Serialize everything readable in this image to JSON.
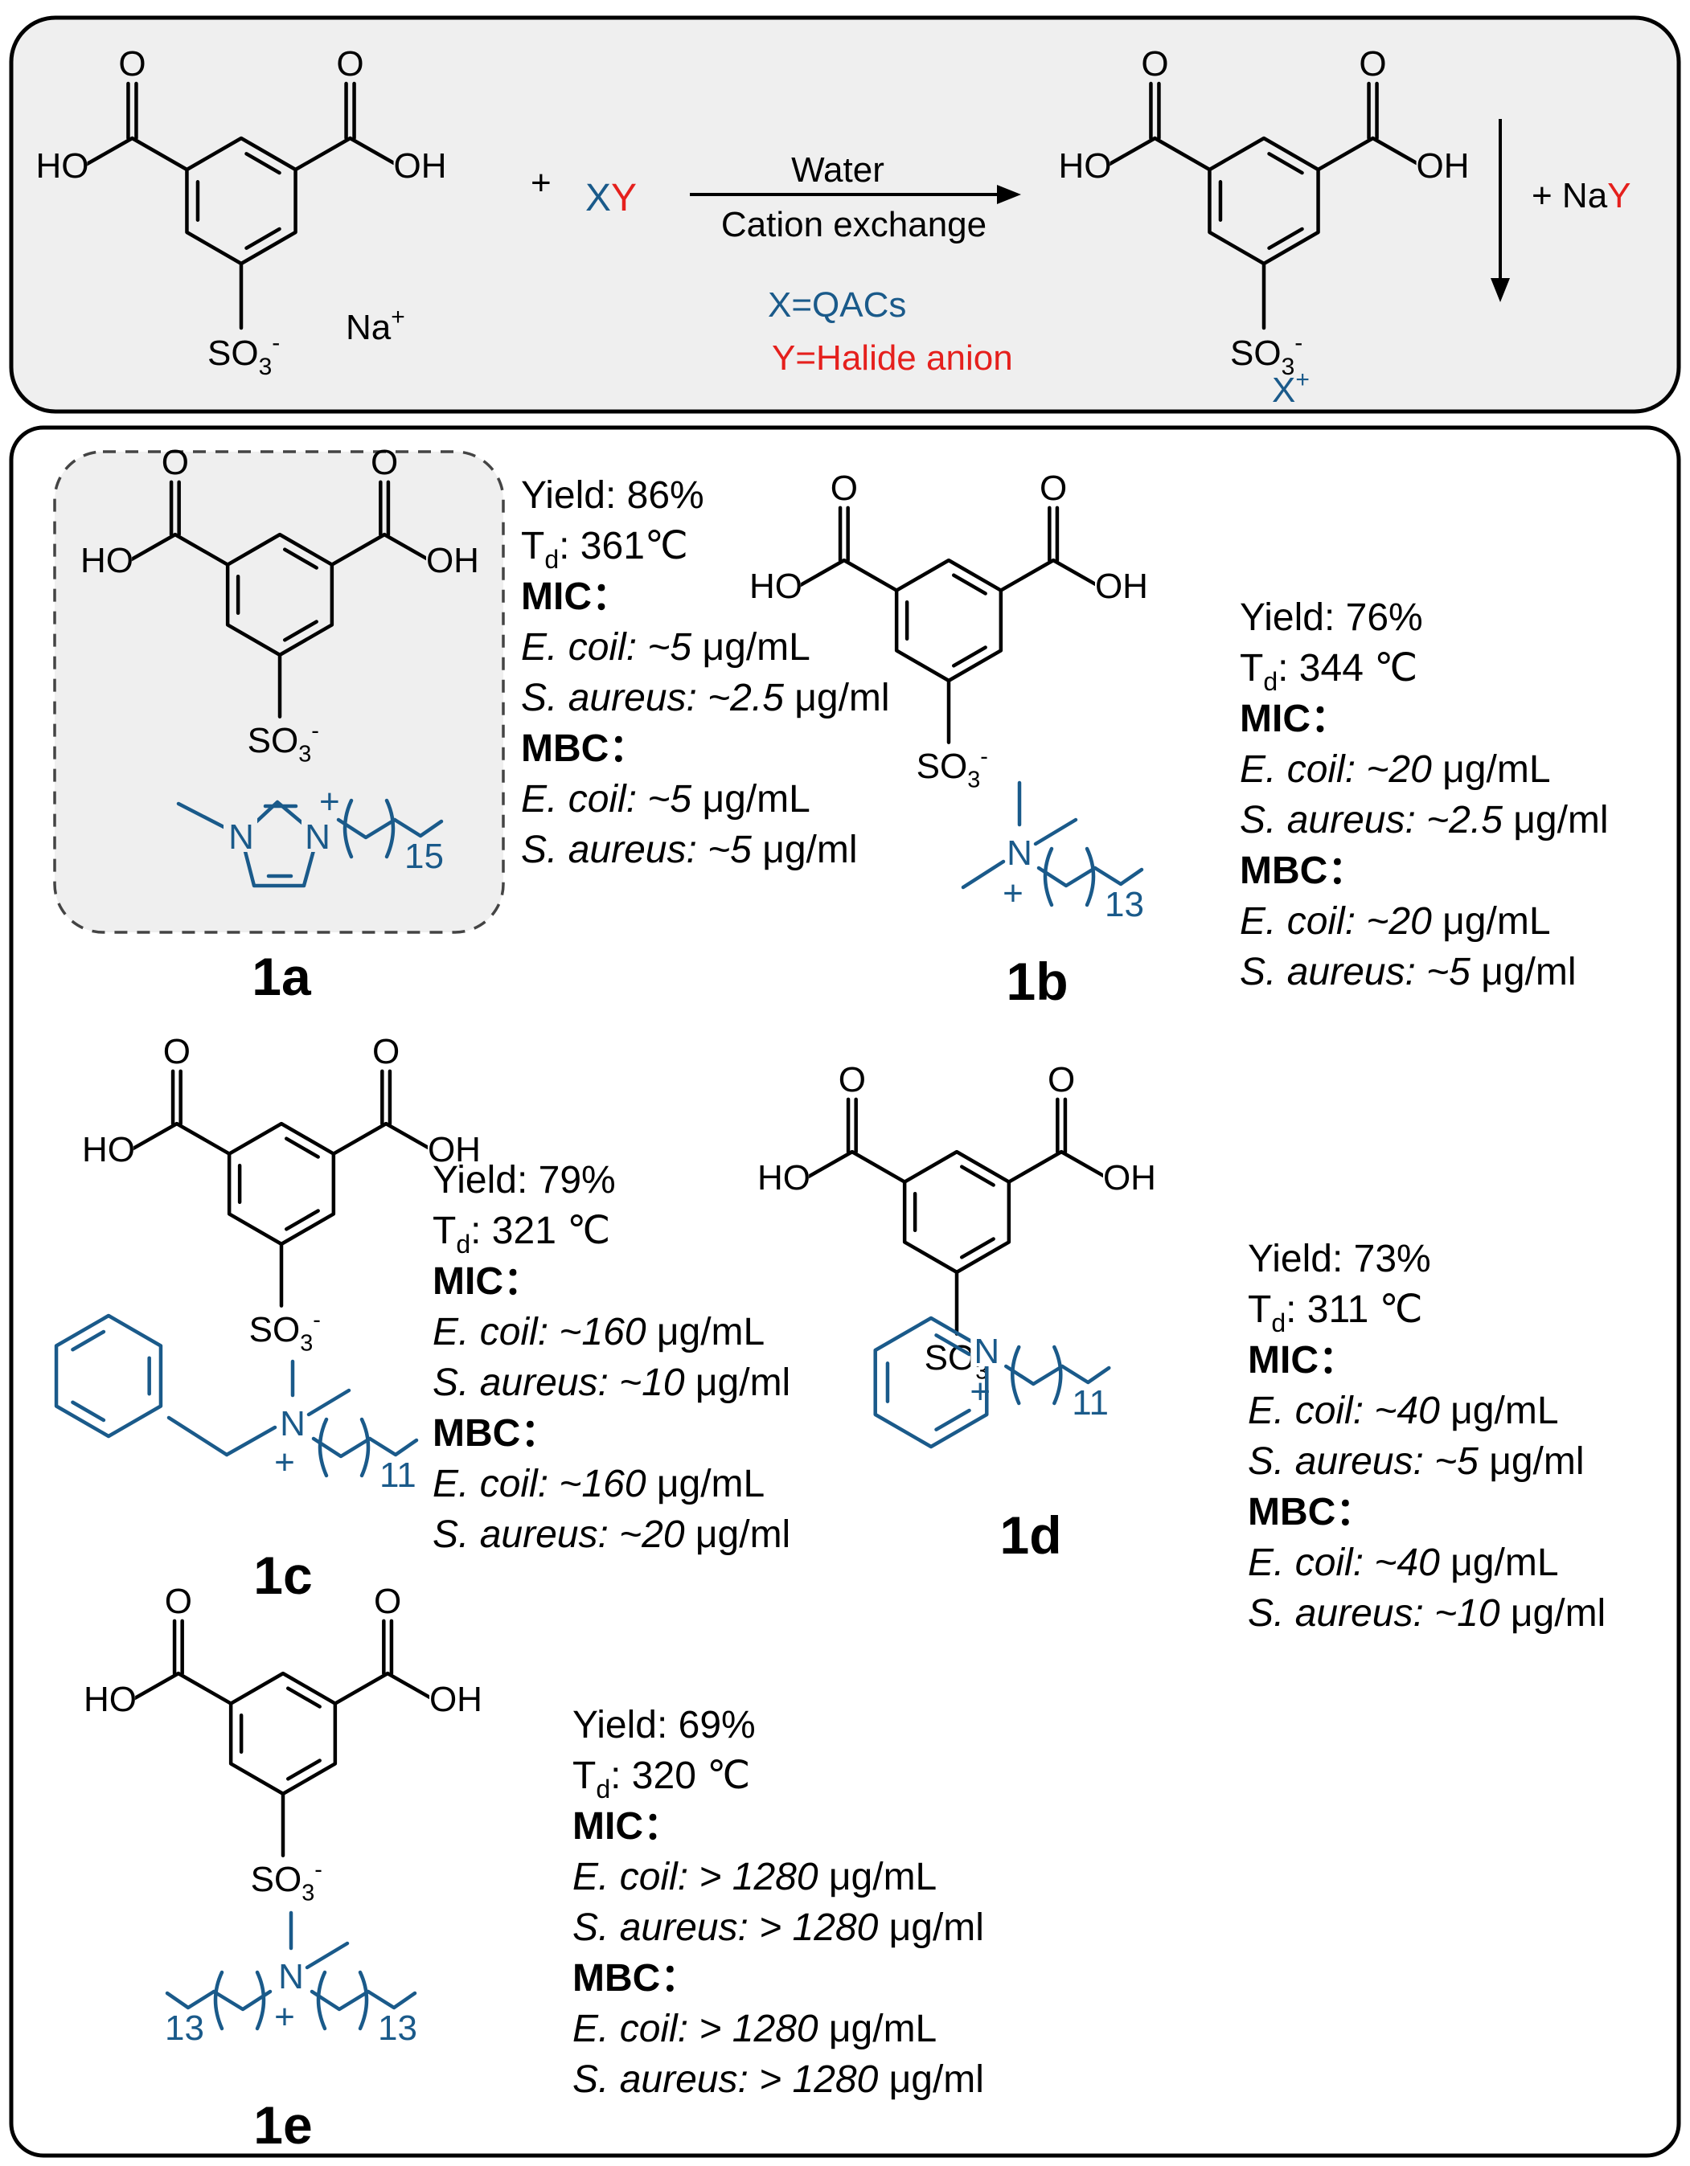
{
  "reaction": {
    "reagent": "XY",
    "plus": "+",
    "sodium": "Na",
    "sodium_charge": "+",
    "condition_top": "Water",
    "condition_bottom": "Cation exchange",
    "x_def": "X=QACs",
    "y_def": "Y=Halide anion",
    "cation": "X",
    "cation_charge": "+",
    "byproduct_prefix": "+ Na",
    "byproduct_anion": "Y",
    "colors": {
      "cation": "#1a5a8a",
      "anion": "#e5201d"
    }
  },
  "labels": {
    "O": "O",
    "HO": "HO",
    "OH": "OH",
    "SO3": "SO",
    "sub3": "3",
    "minus": "-",
    "N": "N",
    "plus": "+"
  },
  "compounds": [
    {
      "id": "1a",
      "chain": "15",
      "yield": "Yield: 86%",
      "td_value": ": 361℃",
      "mic_ecoil": "~5",
      "mic_saureus": "~2.5",
      "mbc_ecoil": "~5",
      "mbc_saureus": "~5",
      "mic_ecoil_italic": false
    },
    {
      "id": "1b",
      "chain": "13",
      "yield": "Yield: 76%",
      "td_value": ": 344 ℃",
      "mic_ecoil": "~20",
      "mic_saureus": "~2.5",
      "mbc_ecoil": "~20",
      "mbc_saureus": "~5"
    },
    {
      "id": "1c",
      "chain": "11",
      "yield": "Yield: 79%",
      "td_value": ": 321 ℃",
      "mic_ecoil": "~160",
      "mic_saureus": "~10",
      "mbc_ecoil": "~160",
      "mbc_saureus": "~20"
    },
    {
      "id": "1d",
      "chain": "11",
      "yield": "Yield: 73%",
      "td_value": ": 311 ℃",
      "mic_ecoil": "~40",
      "mic_saureus": "~5",
      "mbc_ecoil": "~40",
      "mbc_saureus": "~10"
    },
    {
      "id": "1e",
      "chain_left": "13",
      "chain": "13",
      "yield": "Yield: 69%",
      "td_value": ": 320 ℃",
      "mic_ecoil": "> 1280",
      "mic_saureus": "> 1280",
      "mbc_ecoil": "> 1280",
      "mbc_saureus": "> 1280"
    }
  ],
  "props": {
    "td": "T",
    "td_sub": "d",
    "mic": "MIC：",
    "mbc": "MBC：",
    "ecoil": "E. coil:",
    "saureus": "S. aureus:",
    "unit_ml_cap": " μg/mL",
    "unit_ml": " μg/ml"
  }
}
